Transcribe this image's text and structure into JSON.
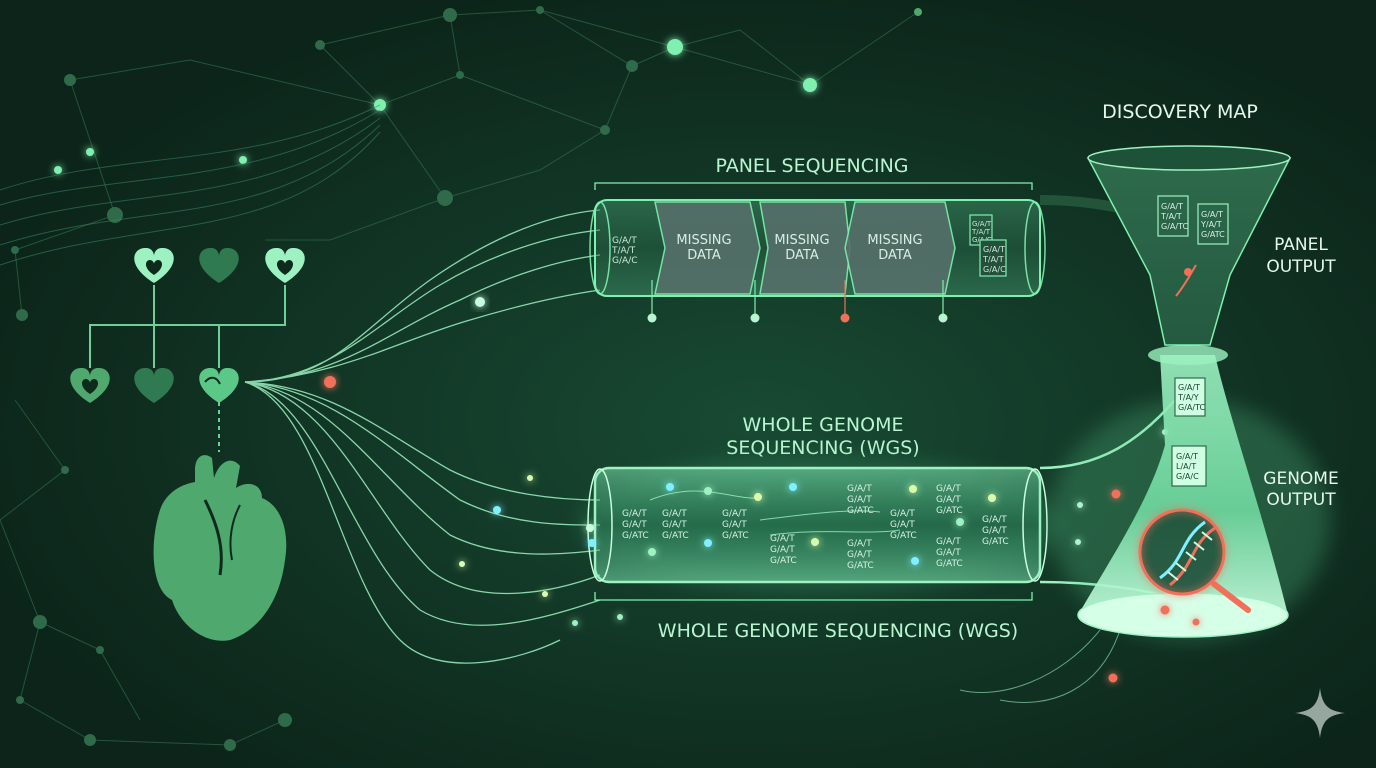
{
  "labels": {
    "panel_sequencing": "PANEL SEQUENCING",
    "wgs_top_line1": "WHOLE GENOME",
    "wgs_top_line2": "SEQUENCING (WGS)",
    "wgs_bottom": "WHOLE GENOME SEQUENCING (WGS)",
    "discovery_map": "DISCOVERY MAP",
    "panel_output_line1": "PANEL",
    "panel_output_line2": "OUTPUT",
    "genome_output_line1": "GENOME",
    "genome_output_line2": "OUTPUT"
  },
  "panel_segments": {
    "reads": [
      "G/A/T",
      "T/A/T",
      "G/A/C"
    ],
    "missing1_line1": "MISSING",
    "missing1_line2": "DATA",
    "missing2_line1": "MISSING",
    "missing2_line2": "DATA",
    "missing3_line1": "MISSING",
    "missing3_line2": "DATA"
  },
  "panel_docs": {
    "doc1": [
      "G/A/T",
      "T/A/T",
      "G/A/C"
    ],
    "doc2": [
      "G/A/T",
      "T/A/T",
      "G/A/C"
    ]
  },
  "wgs_reads": [
    [
      "G/A/T",
      "G/A/T",
      "G/ATC"
    ],
    [
      "G/A/T",
      "G/A/T",
      "G/ATC"
    ],
    [
      "G/A/T",
      "G/A/T",
      "G/ATC"
    ],
    [
      "G/A/T",
      "G/A/T",
      "G/ATC"
    ],
    [
      "G/A/T",
      "G/A/T",
      "G/ATC"
    ],
    [
      "G/A/T",
      "G/A/T",
      "G/ATC"
    ],
    [
      "G/A/T",
      "G/A/T",
      "G/ATC"
    ],
    [
      "G/A/T",
      "G/A/T",
      "G/ATC"
    ],
    [
      "G/A/T",
      "G/A/T",
      "G/ATC"
    ],
    [
      "G/A/T",
      "G/A/T",
      "G/ATC"
    ]
  ],
  "funnel_docs": {
    "top1": [
      "G/A/T",
      "T/A/T",
      "G/A/TC"
    ],
    "top2": [
      "G/A/T",
      "Y/A/T",
      "G/ATC"
    ],
    "mid": [
      "G/A/T",
      "T/A/Y",
      "G/A/TC"
    ],
    "low": [
      "G/A/T",
      "L/A/T",
      "G/A/C"
    ]
  },
  "colors": {
    "background": "#0e2a1d",
    "accent": "#7ff0b0",
    "heart": "#4fa86e",
    "missing": "#f0705a"
  },
  "icons": [
    "heart-icon",
    "document-icon",
    "dna-icon",
    "magnifier-icon",
    "sparkle-icon"
  ]
}
